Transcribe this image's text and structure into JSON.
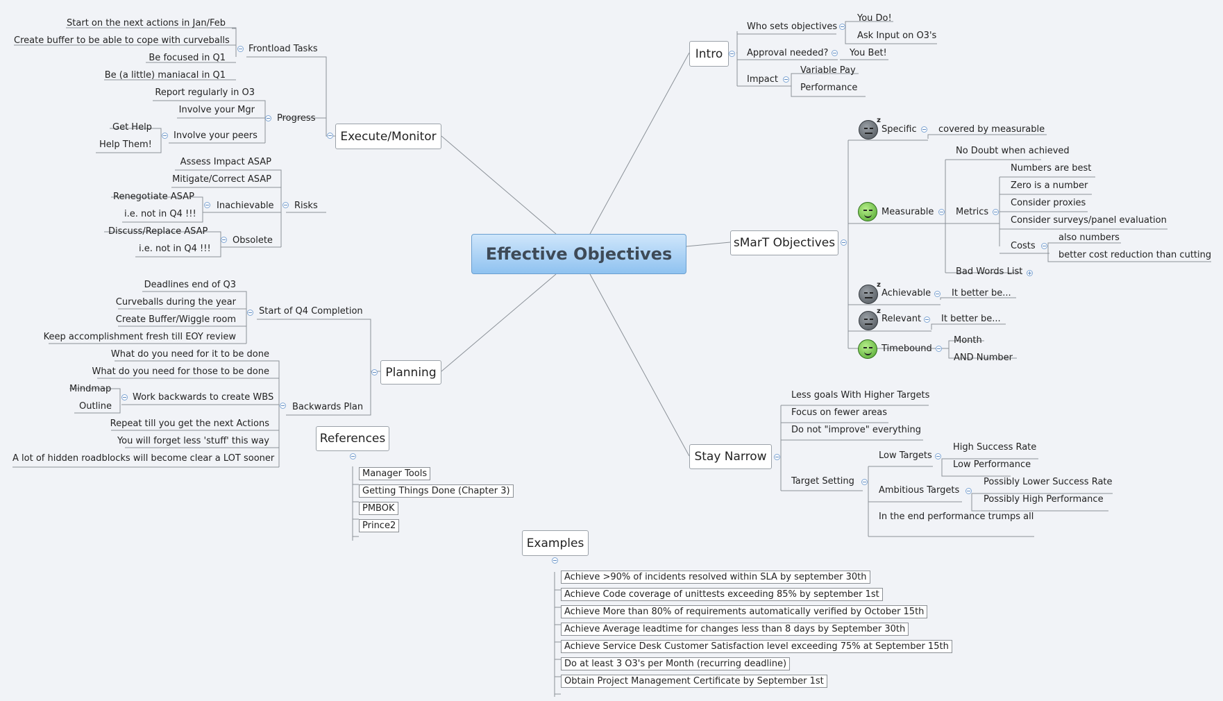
{
  "root": "Effective Objectives",
  "topics": {
    "execute": "Execute/Monitor",
    "planning": "Planning",
    "intro": "Intro",
    "smart": "sMarT Objectives",
    "narrow": "Stay Narrow",
    "references": "References",
    "examples": "Examples"
  },
  "execute": {
    "frontload": {
      "label": "Frontload Tasks",
      "items": [
        "Start on the next actions in Jan/Feb",
        "Create buffer to be able to cope with curveballs",
        "Be focused in Q1",
        "Be (a little) maniacal in Q1"
      ]
    },
    "progress": {
      "label": "Progress",
      "items": [
        "Report regularly in O3",
        "Involve your Mgr"
      ],
      "peers": {
        "label": "Involve your peers",
        "items": [
          "Get Help",
          "Help Them!"
        ]
      }
    },
    "risks": {
      "label": "Risks",
      "items": [
        "Assess Impact ASAP",
        "Mitigate/Correct ASAP"
      ],
      "inachievable": {
        "label": "Inachievable",
        "items": [
          "Renegotiate ASAP",
          "i.e. not in Q4 !!!"
        ]
      },
      "obsolete": {
        "label": "Obsolete",
        "items": [
          "Discuss/Replace  ASAP",
          "i.e. not in Q4 !!!"
        ]
      }
    }
  },
  "planning": {
    "start": {
      "label": "Start of Q4 Completion",
      "items": [
        "Deadlines end of Q3",
        "Curveballs during the year",
        "Create Buffer/Wiggle room",
        "Keep accomplishment fresh till EOY review"
      ]
    },
    "backwards": {
      "label": "Backwards Plan",
      "items": [
        "What do you need for it to be done",
        "What do you need for those to be done"
      ],
      "wbs": {
        "label": "Work backwards to create WBS",
        "items": [
          "Mindmap",
          "Outline"
        ]
      },
      "items2": [
        "Repeat till you get the next Actions",
        "You will forget less 'stuff' this way",
        "A lot of hidden roadblocks will become clear a LOT sooner"
      ]
    }
  },
  "intro": {
    "who": {
      "label": "Who sets objectives",
      "items": [
        "You Do!",
        "Ask Input on O3's"
      ]
    },
    "approval": {
      "label": "Approval needed?",
      "answer": "You Bet!"
    },
    "impact": {
      "label": "Impact",
      "items": [
        "Variable Pay",
        "Performance"
      ]
    }
  },
  "smart": {
    "specific": {
      "label": "Specific",
      "child": "covered by measurable",
      "icon": "sleepy-face-icon"
    },
    "measurable": {
      "label": "Measurable",
      "icon": "smiley-face-icon",
      "no_doubt": "No Doubt when achieved",
      "metrics": {
        "label": "Metrics",
        "items": [
          "Numbers are best",
          "Zero is a number",
          "Consider proxies",
          "Consider surveys/panel evaluation"
        ]
      },
      "costs": {
        "label": "Costs",
        "items": [
          "also numbers",
          "better cost reduction than cutting"
        ]
      },
      "bad_words": "Bad Words List"
    },
    "achievable": {
      "label": "Achievable",
      "child": "It better be...",
      "icon": "sleepy-face-icon"
    },
    "relevant": {
      "label": "Relevant",
      "child": "It better be...",
      "icon": "sleepy-face-icon"
    },
    "timebound": {
      "label": "Timebound",
      "items": [
        "Month",
        "AND Number"
      ],
      "icon": "smiley-face-icon"
    }
  },
  "narrow": {
    "items": [
      "Less goals With Higher Targets",
      "Focus on fewer areas",
      "Do not \"improve\" everything"
    ],
    "target": {
      "label": "Target Setting",
      "low": {
        "label": "Low Targets",
        "items": [
          "High Success Rate",
          "Low Performance"
        ]
      },
      "ambitious": {
        "label": "Ambitious Targets",
        "items": [
          "Possibly Lower Success Rate",
          "Possibly High Performance"
        ]
      },
      "end": "In the end performance trumps all"
    }
  },
  "references": [
    "Manager Tools",
    "Getting Things Done (Chapter 3)",
    "PMBOK",
    "Prince2"
  ],
  "examples": [
    "Achieve >90% of incidents resolved within SLA by september 30th",
    "Achieve Code coverage of unittests exceeding 85%  by september 1st",
    "Achieve More than 80% of requirements automatically verified by October 15th",
    "Achieve Average leadtime for changes less than 8 days by September 30th",
    "Achieve Service Desk Customer Satisfaction level exceeding 75% at September 15th",
    "Do at least 3 O3's per Month  (recurring deadline)",
    "Obtain Project Management Certificate by September 1st"
  ],
  "colors": {
    "root_top": "#cfe6fb",
    "root_bottom": "#8fc2f0",
    "line": "#8a9097",
    "background": "#f1f3f7"
  }
}
